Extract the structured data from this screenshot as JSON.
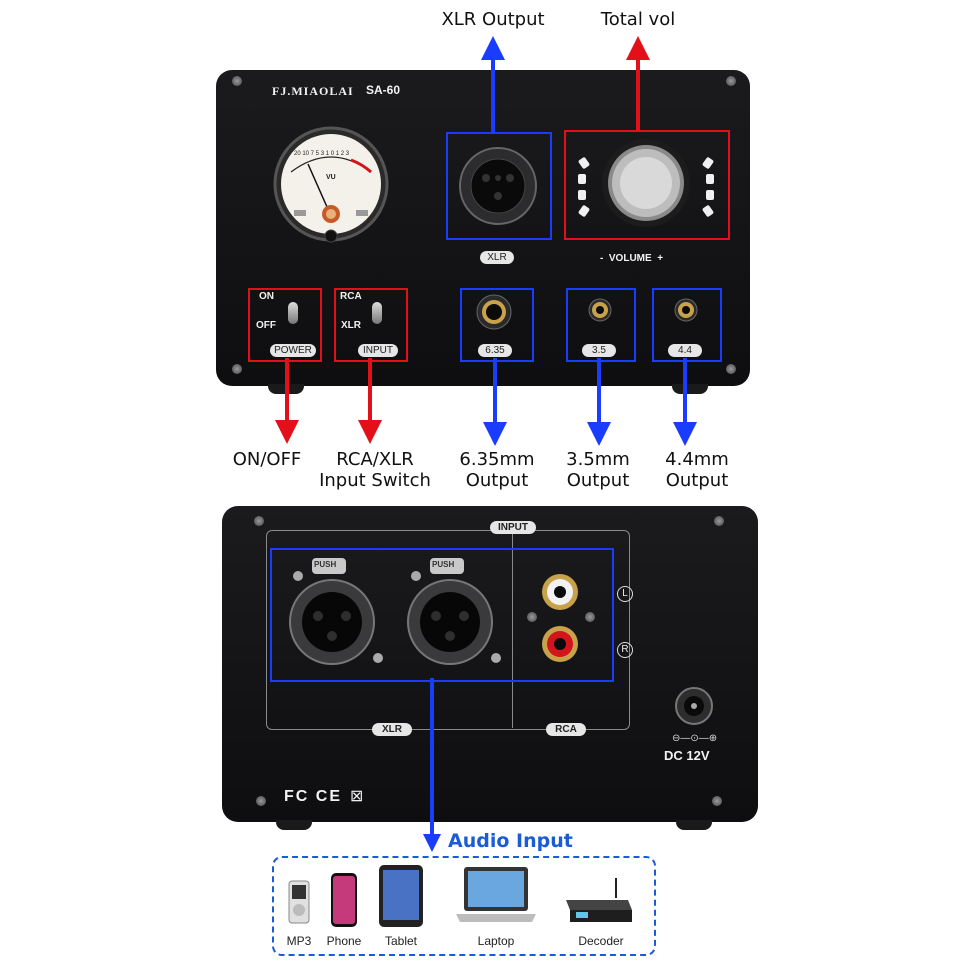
{
  "front_panel": {
    "brand": "FJ.MIAOLAI",
    "model": "SA-60",
    "meter": {
      "label": "VU",
      "scale": "20 10 7 5 3 1 0 1 2 3"
    },
    "xlr_label": "XLR",
    "volume_label": "-  VOLUME  +",
    "power_switch": {
      "on": "ON",
      "off": "OFF",
      "label": "POWER"
    },
    "input_switch": {
      "rca": "RCA",
      "xlr": "XLR",
      "label": "INPUT"
    },
    "jacks": [
      "6.35",
      "3.5",
      "4.4"
    ]
  },
  "callouts": {
    "xlr_output": "XLR Output",
    "total_vol": "Total vol",
    "on_off": "ON/OFF",
    "input_switch_line1": "RCA/XLR",
    "input_switch_line2": "Input Switch",
    "out_635_line1": "6.35mm",
    "out_635_line2": "Output",
    "out_35_line1": "3.5mm",
    "out_35_line2": "Output",
    "out_44_line1": "4.4mm",
    "out_44_line2": "Output",
    "audio_input": "Audio Input"
  },
  "back_panel": {
    "input_label": "INPUT",
    "push_label": "PUSH",
    "xlr_label": "XLR",
    "rca_label": "RCA",
    "left_label": "L",
    "right_label": "R",
    "dc_label": "DC 12V",
    "certifications": "FC CE"
  },
  "devices": [
    "MP3",
    "Phone",
    "Tablet",
    "Laptop",
    "Decoder"
  ],
  "colors": {
    "red_arrow": "#e3101a",
    "blue_arrow": "#1a3cff",
    "audio_input_text": "#1a5bd6"
  }
}
